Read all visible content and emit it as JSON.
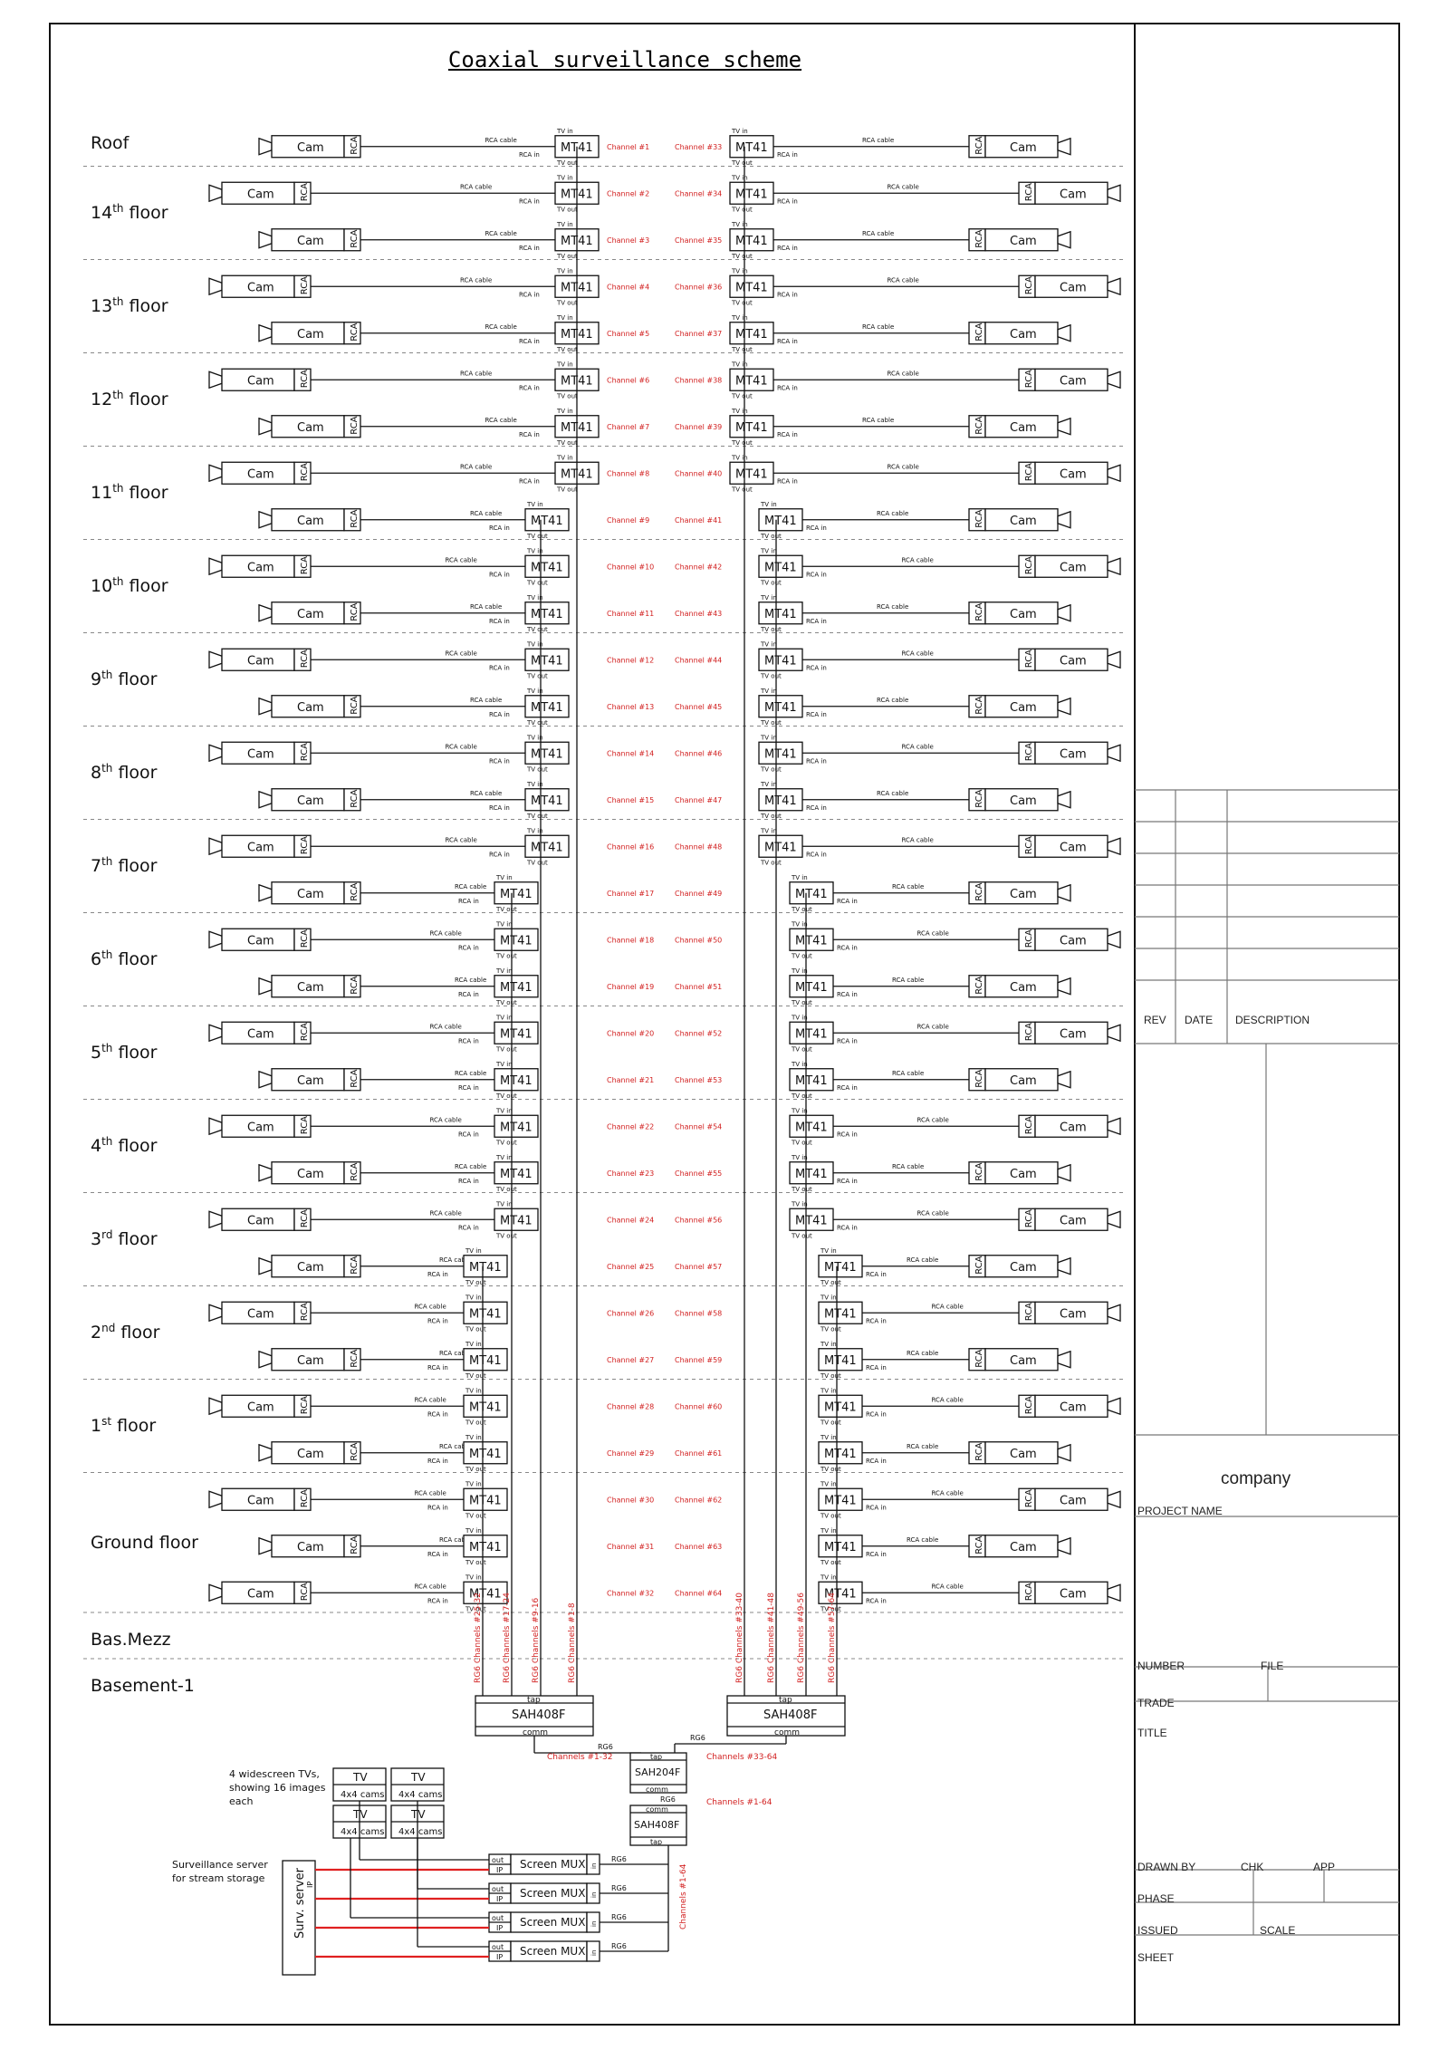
{
  "title": "Coaxial surveillance scheme",
  "labels": {
    "cam": "Cam",
    "rca": "RCA",
    "rca_cable": "RCA cable",
    "rca_in": "RCA in",
    "tv_in": "TV in",
    "tv_out": "TV out",
    "mod": "MT41",
    "channel_prefix": "Channel #",
    "tap": "tap",
    "comm": "comm",
    "rg6": "RG6"
  },
  "floors": [
    {
      "label": "Roof",
      "rows": 1
    },
    {
      "label": "14th floor",
      "rows": 2
    },
    {
      "label": "13th floor",
      "rows": 2
    },
    {
      "label": "12th floor",
      "rows": 2
    },
    {
      "label": "11th floor",
      "rows": 2
    },
    {
      "label": "10th floor",
      "rows": 2
    },
    {
      "label": "9th floor",
      "rows": 2
    },
    {
      "label": "8th floor",
      "rows": 2
    },
    {
      "label": "7th floor",
      "rows": 2
    },
    {
      "label": "6th floor",
      "rows": 2
    },
    {
      "label": "5th floor",
      "rows": 2
    },
    {
      "label": "4th floor",
      "rows": 2
    },
    {
      "label": "3rd floor",
      "rows": 2
    },
    {
      "label": "2nd floor",
      "rows": 2
    },
    {
      "label": "1st floor",
      "rows": 2
    },
    {
      "label": "Ground floor",
      "rows": 3
    },
    {
      "label": "Bas.Mezz",
      "rows": 0
    },
    {
      "label": "Basement-1",
      "rows": 0
    }
  ],
  "riser_labels_left": [
    "Channels #25-32",
    "Channels #17-24",
    "Channels #9-16",
    "Channels #1-8"
  ],
  "riser_labels_right": [
    "Channels #33-40",
    "Channels #41-48",
    "Channels #49-56",
    "Channels #57-64"
  ],
  "headend": {
    "sah408f": "SAH408F",
    "sah204f": "SAH204F",
    "ch_1_32": "Channels #1-32",
    "ch_33_64": "Channels #33-64",
    "ch_1_64": "Channels #1-64",
    "tv": "TV",
    "tv_sub": "4x4 cams",
    "tv_note": [
      "4 widescreen TVs,",
      "showing 16 images",
      "each"
    ],
    "server_note": [
      "Surveillance server",
      "for stream storage"
    ],
    "server": "Surv. server",
    "screen_mux": "Screen MUX",
    "out": "out",
    "ip": "IP",
    "in": "in"
  },
  "title_block": {
    "rev": "REV",
    "date": "DATE",
    "description": "DESCRIPTION",
    "company": "company",
    "project_name": "PROJECT NAME",
    "number": "NUMBER",
    "file": "FILE",
    "trade": "TRADE",
    "title": "TITLE",
    "drawn_by": "DRAWN BY",
    "chk": "CHK",
    "app": "APP",
    "phase": "PHASE",
    "issued": "ISSUED",
    "scale": "SCALE",
    "sheet": "SHEET"
  },
  "colors": {
    "line": "#111111",
    "channel": "#d22020",
    "signal": "#e02020",
    "divider": "#888888"
  }
}
